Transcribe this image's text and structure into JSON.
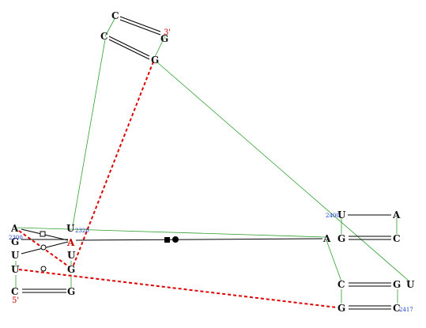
{
  "colors": {
    "backbone": "#2e9e2e",
    "pair": "#000000",
    "tertiary": "#e00000",
    "number": "#1a3cc8",
    "end": "#cc0000"
  },
  "bases": {
    "top_c1": "C",
    "top_c2": "C",
    "top_g1": "G",
    "top_g2": "G",
    "left_a": "A",
    "left_g": "G",
    "left_u1": "U",
    "left_u2": "U",
    "left_c": "C",
    "mid_u1": "U",
    "mid_a": "A",
    "mid_u2": "U",
    "mid_g1": "G",
    "mid_g2": "G",
    "right_u1": "U",
    "right_a1": "A",
    "right_a2": "A",
    "right_g1": "G",
    "right_c1": "C",
    "right_c2": "C",
    "right_g2": "G",
    "right_u2": "U",
    "right_g3": "G",
    "right_c3": "C"
  },
  "numbers": {
    "n2320": "2320",
    "n2300": "2300",
    "n2400": "2400",
    "n2417": "2417"
  },
  "ends": {
    "three_prime": "3'",
    "five_prime": "5'"
  }
}
